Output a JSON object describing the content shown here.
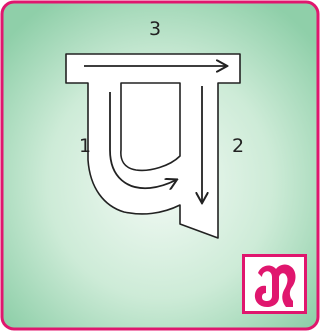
{
  "steps": {
    "top": "3",
    "left": "1",
    "right": "2"
  },
  "letter": {
    "icon": "odia-letter-gha-icon",
    "color": "#e0166e"
  },
  "colors": {
    "frame": "#e0166e",
    "background_center": "#f3faf5",
    "background_edge": "#8fcfa9"
  }
}
